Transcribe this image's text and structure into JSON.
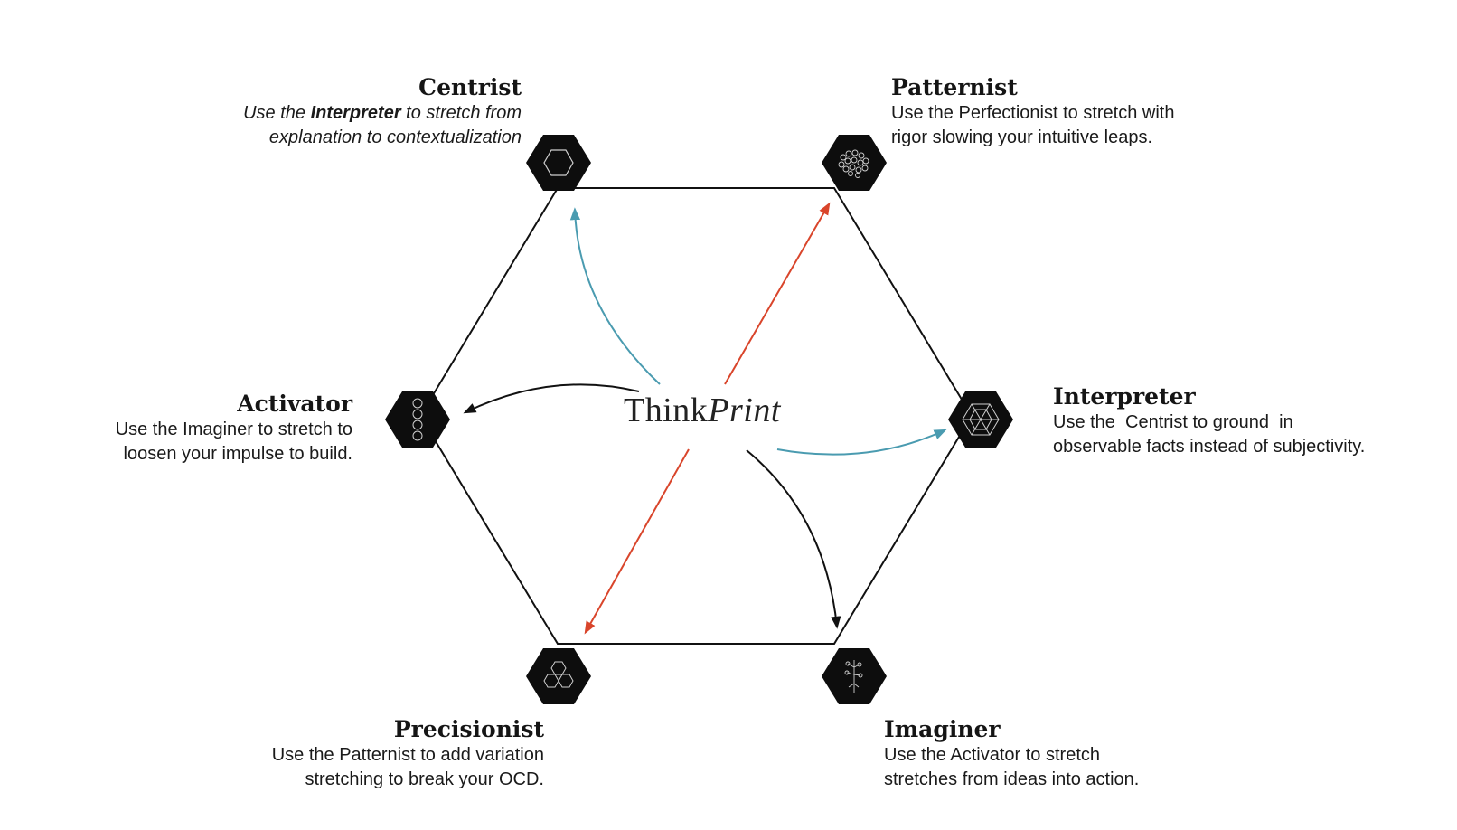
{
  "logo": {
    "part1": "Think",
    "part2": "Print"
  },
  "nodes": {
    "centrist": {
      "title": "Centrist",
      "desc_pre": "Use the ",
      "desc_bold": "Interpreter",
      "desc_post": " to stretch from",
      "desc_line2": "explanation to contextualization",
      "icon": "hexagon-outline-icon"
    },
    "patternist": {
      "title": "Patternist",
      "desc_line1": "Use the Perfectionist to stretch with",
      "desc_line2": "rigor slowing your intuitive leaps.",
      "icon": "hexagon-cluster-pattern-icon"
    },
    "activator": {
      "title": "Activator",
      "desc_line1": "Use the Imaginer to stretch to",
      "desc_line2": "loosen your impulse to build.",
      "icon": "stacked-circles-icon"
    },
    "interpreter": {
      "title": "Interpreter",
      "desc_line1": "Use the  Centrist to ground  in",
      "desc_line2": "observable facts instead of subjectivity.",
      "icon": "concentric-hexagon-icon"
    },
    "precisionist": {
      "title": "Precisionist",
      "desc_line1": "Use the Patternist to add variation",
      "desc_line2": "stretching to break your OCD.",
      "icon": "three-hexagons-icon"
    },
    "imaginer": {
      "title": "Imaginer",
      "desc_line1": "Use the Activator to stretch",
      "desc_line2": "stretches from ideas into action.",
      "icon": "branching-sketch-icon"
    }
  },
  "colors": {
    "teal_arrow": "#4a9bb0",
    "red_arrow": "#d9452b",
    "black_arrow": "#111111",
    "badge_fill": "#0d0d0d"
  }
}
